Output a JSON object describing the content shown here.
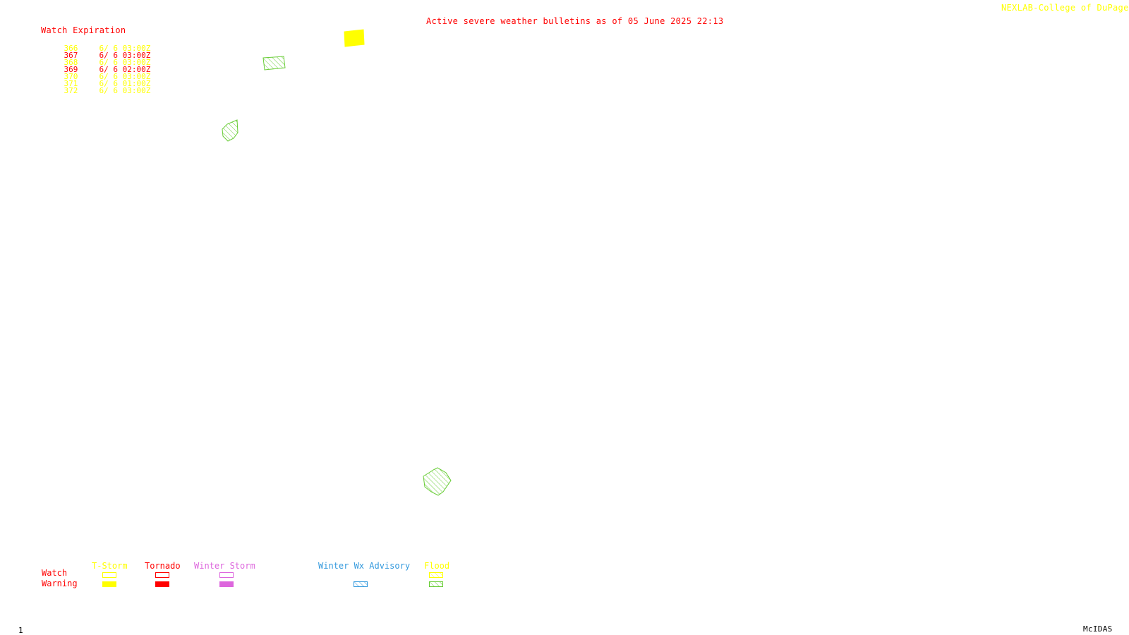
{
  "title": "Active severe weather bulletins as of 05 June 2025 22:13",
  "credit": "NEXLAB-College of DuPage R",
  "watch_table": {
    "header": "Watch Expiration",
    "rows": [
      {
        "number": "366",
        "expiration": "6/ 6 03:00Z",
        "color": "#ffff00"
      },
      {
        "number": "367",
        "expiration": "6/ 6 03:00Z",
        "color": "#ff0000"
      },
      {
        "number": "368",
        "expiration": "6/ 6 03:00Z",
        "color": "#ffff00"
      },
      {
        "number": "369",
        "expiration": "6/ 6 02:00Z",
        "color": "#ff0000"
      },
      {
        "number": "370",
        "expiration": "6/ 6 03:00Z",
        "color": "#ffff00"
      },
      {
        "number": "371",
        "expiration": "6/ 6 01:00Z",
        "color": "#ffff00"
      },
      {
        "number": "372",
        "expiration": "6/ 6 03:00Z",
        "color": "#ffff00"
      }
    ]
  },
  "map_polygons": [
    {
      "type": "t-storm-warning",
      "color": "#ffff00",
      "fill": "solid"
    },
    {
      "type": "flood-warning",
      "color": "#66cc33",
      "fill": "hatched"
    },
    {
      "type": "flood-warning",
      "color": "#66cc33",
      "fill": "hatched"
    },
    {
      "type": "flood-warning",
      "color": "#66cc33",
      "fill": "hatched"
    }
  ],
  "legend": {
    "row_labels": {
      "watch": "Watch",
      "warning": "Warning"
    },
    "categories": [
      {
        "label": "T-Storm",
        "color": "#ffff00",
        "watch_style": "outline",
        "warning_style": "solid"
      },
      {
        "label": "Tornado",
        "color": "#ff0000",
        "watch_style": "outline",
        "warning_style": "solid"
      },
      {
        "label": "Winter Storm",
        "color": "#dd66dd",
        "watch_style": "outline",
        "warning_style": "solid"
      },
      {
        "label": "Winter Wx Advisory",
        "color": "#3399dd",
        "watch_style": "none",
        "warning_style": "hatched"
      },
      {
        "label": "Flood",
        "color": "#ffff00",
        "warning_color": "#66cc33",
        "watch_style": "hatched",
        "warning_style": "hatched"
      }
    ]
  },
  "footer": {
    "frame_number": "1",
    "software": "McIDAS"
  }
}
